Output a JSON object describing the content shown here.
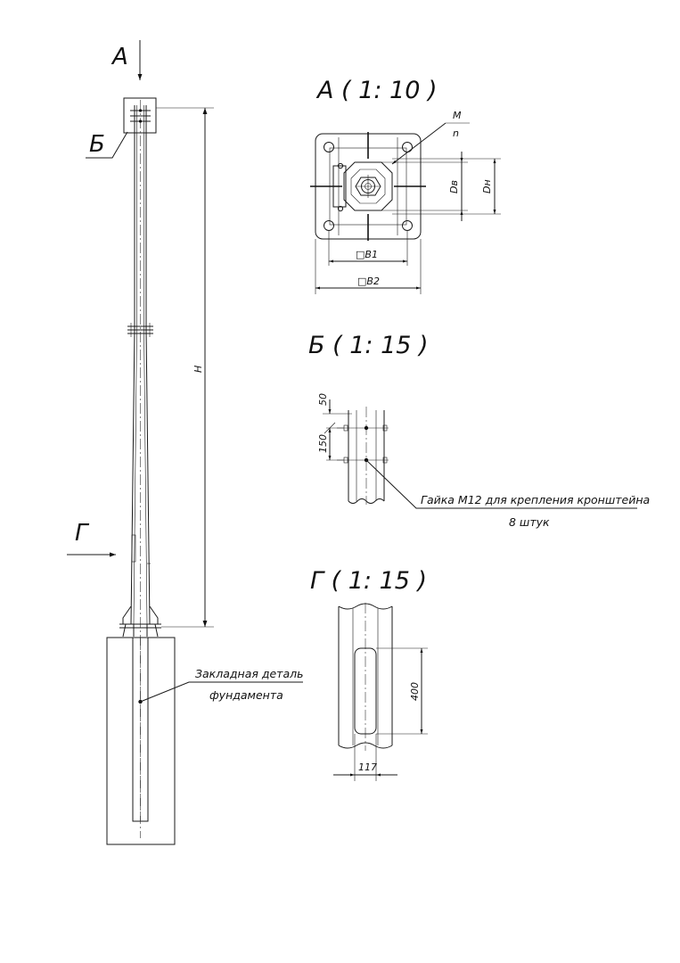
{
  "view_labels": {
    "arrow_a": "А",
    "callout_b": "Б",
    "arrow_g": "Г"
  },
  "view_titles": {
    "view_a": "А ( 1: 10 )",
    "view_b": "Б ( 1: 15 )",
    "view_g": "Г ( 1: 15 )"
  },
  "dimensions": {
    "height": "H",
    "bolt_size": "М",
    "bolt_count": "n",
    "d_inner": "Dв",
    "d_outer": "Dн",
    "b1": "□B1",
    "b2": "□B2",
    "dim_50": "50",
    "dim_150": "150",
    "dim_400": "400",
    "dim_117": "117"
  },
  "notes": {
    "nut_line1": "Гайка М12 для крепления кронштейна",
    "nut_line2": "8 штук",
    "embed_line1": "Закладная деталь",
    "embed_line2": "фундамента"
  }
}
